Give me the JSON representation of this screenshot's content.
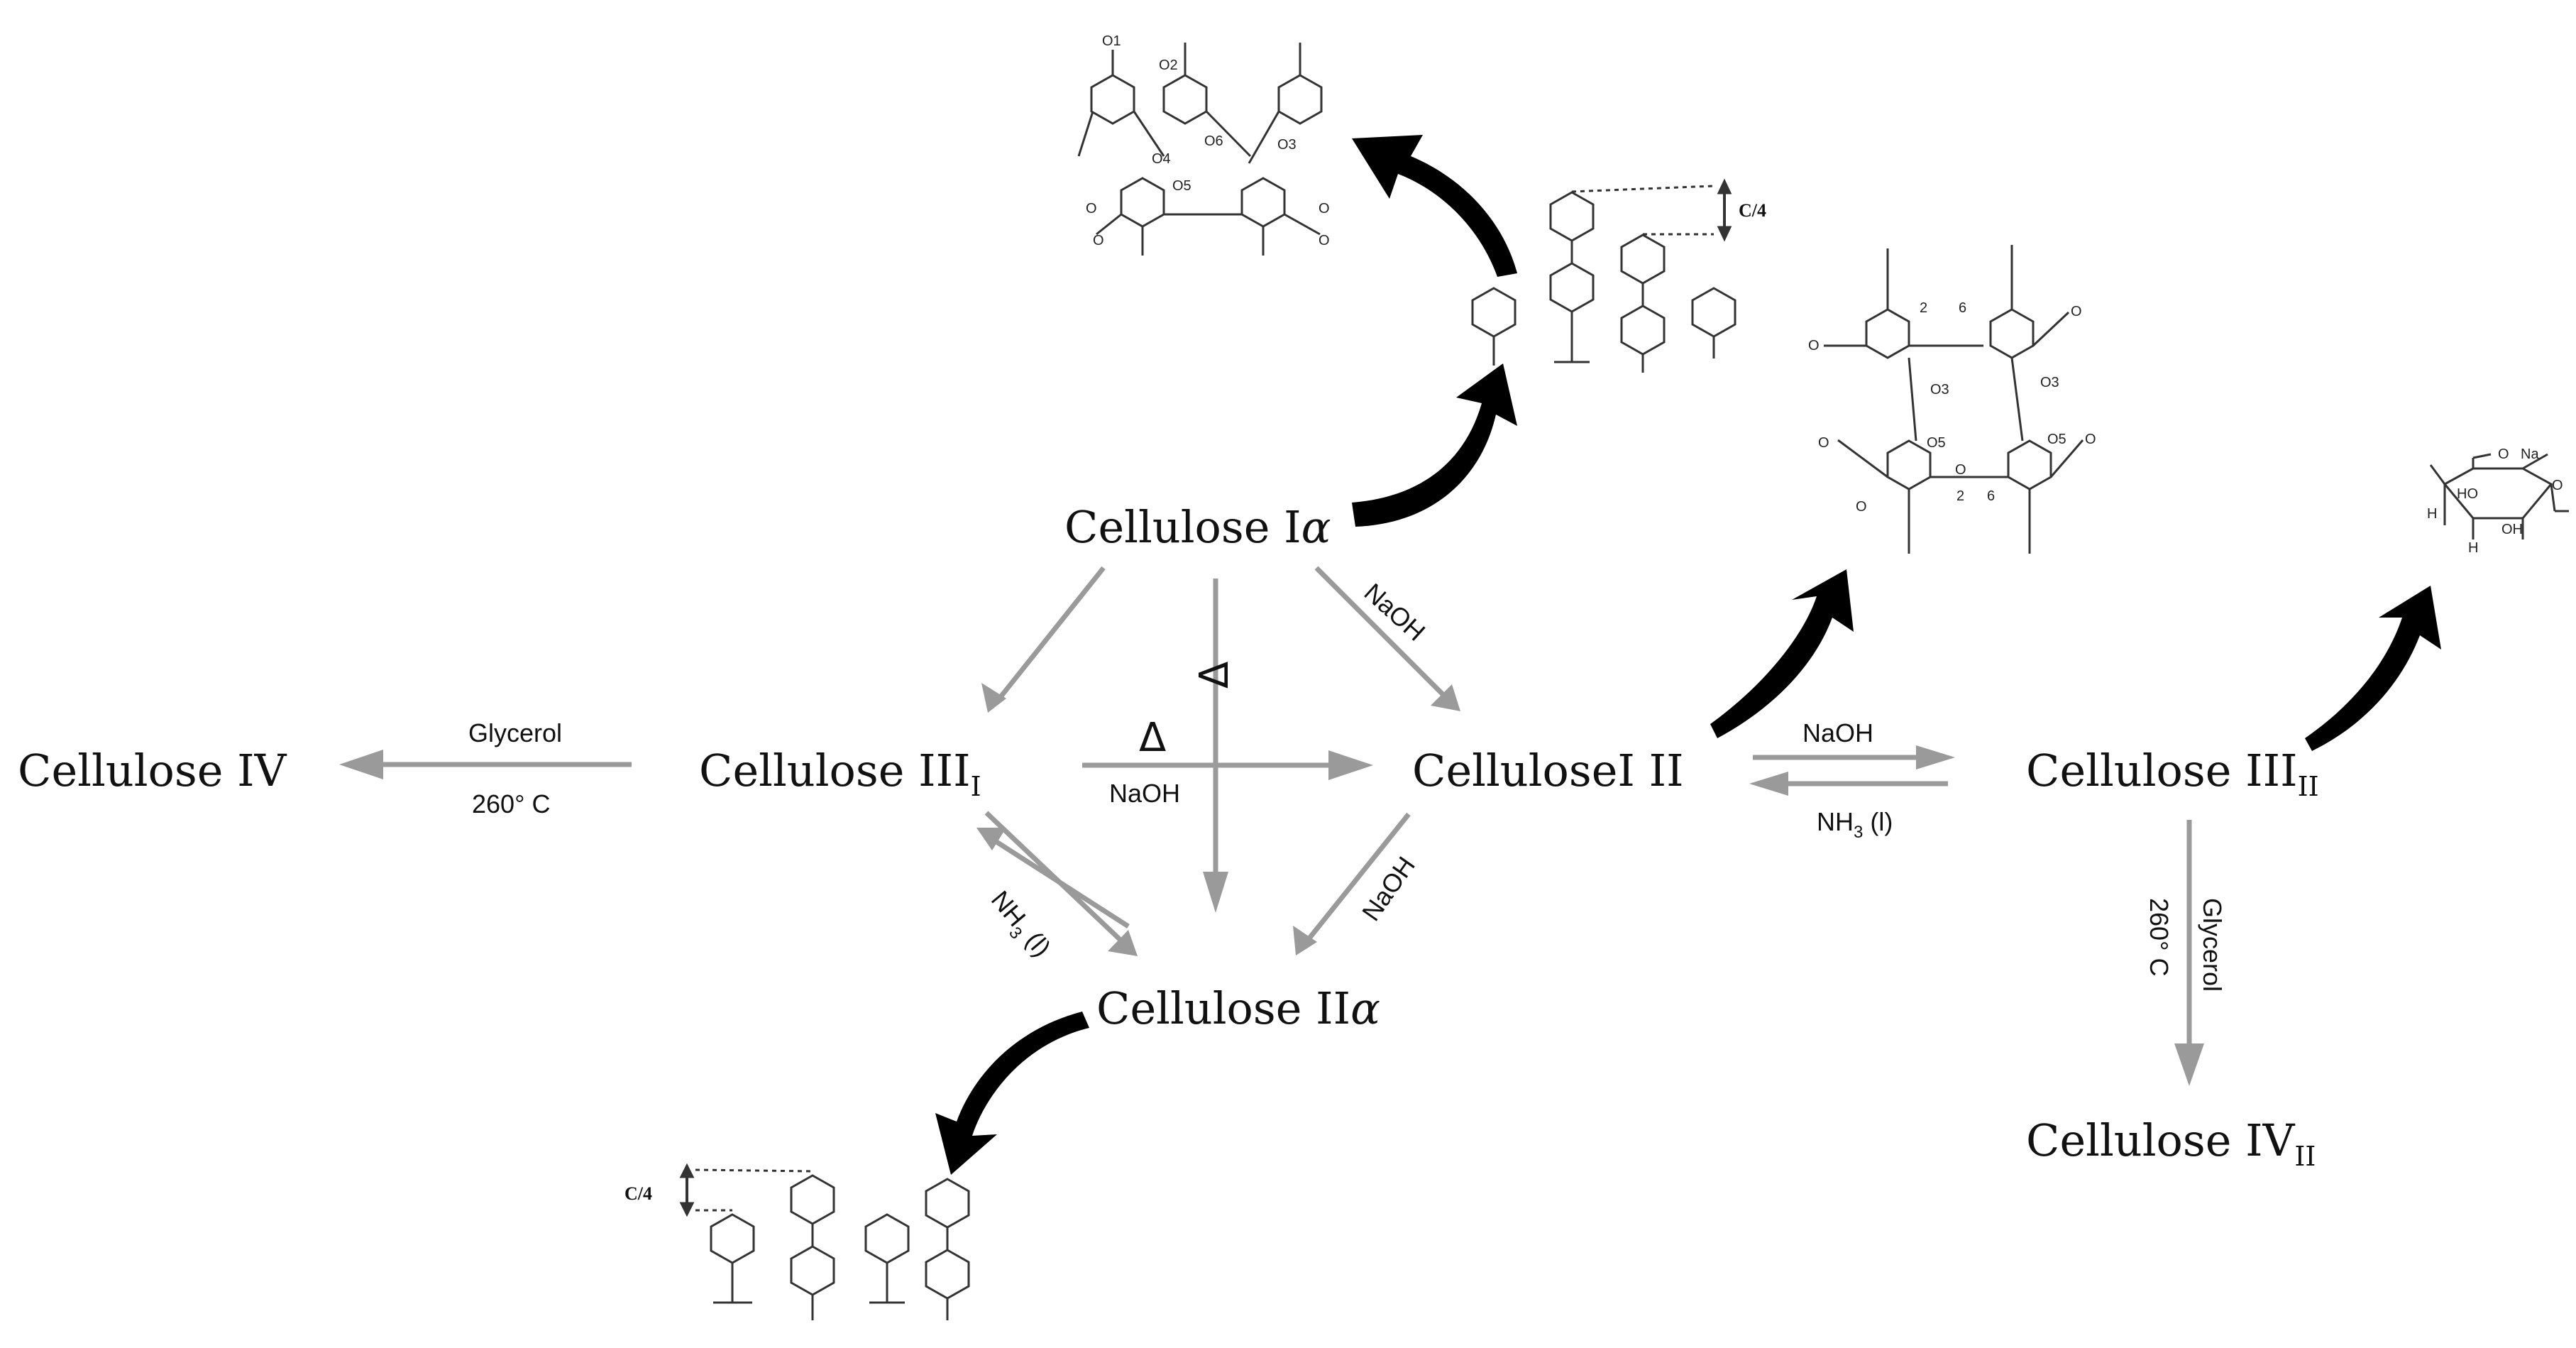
{
  "nodes": {
    "ia": {
      "base": "Cellulose I",
      "suffix": "α"
    },
    "iii1": {
      "base": "Cellulose III",
      "sub": "I"
    },
    "iv": {
      "base": "Cellulose IV"
    },
    "i2": {
      "base": "CelluloseI II"
    },
    "iii2": {
      "base": "Cellulose III",
      "sub": "II"
    },
    "iia": {
      "base": "Cellulose II",
      "suffix": "α"
    },
    "iv2": {
      "base": "Cellulose IV",
      "sub": "II"
    }
  },
  "reactions": {
    "ia_to_i2": "NaOH",
    "iii1_to_iv_top": "Glycerol",
    "iii1_to_iv_bottom": "260° C",
    "iii1_to_i2_symbol": "Δ",
    "iii1_to_i2_reagent": "NaOH",
    "ia_to_iia_symbol": "Δ",
    "iia_to_iii1_reagent": "NH",
    "iia_to_iii1_sub": "3",
    "iia_to_iii1_tail": " (l)",
    "i2_to_iia": "NaOH",
    "i2_to_iii2": "NaOH",
    "iii2_to_i2_reagent": "NH",
    "iii2_to_i2_sub": "3",
    "iii2_to_i2_tail": " (l)",
    "iii2_to_iv2_temp": "260° C",
    "iii2_to_iv2_solvent": "Glycerol"
  },
  "structures": {
    "unit_cell_label": "C/4",
    "atoms_ia": [
      "O1",
      "O2",
      "O3",
      "O4",
      "O5",
      "O6",
      "O",
      "O",
      "O",
      "O"
    ],
    "atoms_i2": [
      "O",
      "O",
      "2",
      "6",
      "O3",
      "O3",
      "O5",
      "O5",
      "O",
      "2",
      "6",
      "O",
      "O",
      "O"
    ],
    "atoms_iii2": [
      "O",
      "Na",
      "HO",
      "OH",
      "H",
      "H",
      "O"
    ]
  }
}
